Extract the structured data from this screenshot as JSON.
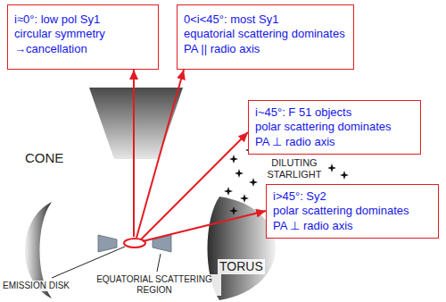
{
  "diagram": {
    "nodes": [
      {
        "text": [
          "i≈0°: low pol Sy1",
          "circular symmetry",
          "→cancellation"
        ]
      },
      {
        "text": [
          "0<i<45°: most Sy1",
          "equatorial scattering dominates",
          "PA || radio axis"
        ]
      },
      {
        "text": [
          "i~45°: F 51 objects",
          "polar scattering dominates",
          "PA ⊥ radio axis"
        ]
      },
      {
        "text": [
          "i>45°: Sy2",
          "polar scattering dominates",
          "PA ⊥ radio axis"
        ]
      }
    ],
    "labels": [
      "CONE",
      "DILUTING STARLIGHT",
      "TORUS",
      "EMISSION DISK",
      "EQUATORIAL SCATTERING REGION"
    ]
  }
}
